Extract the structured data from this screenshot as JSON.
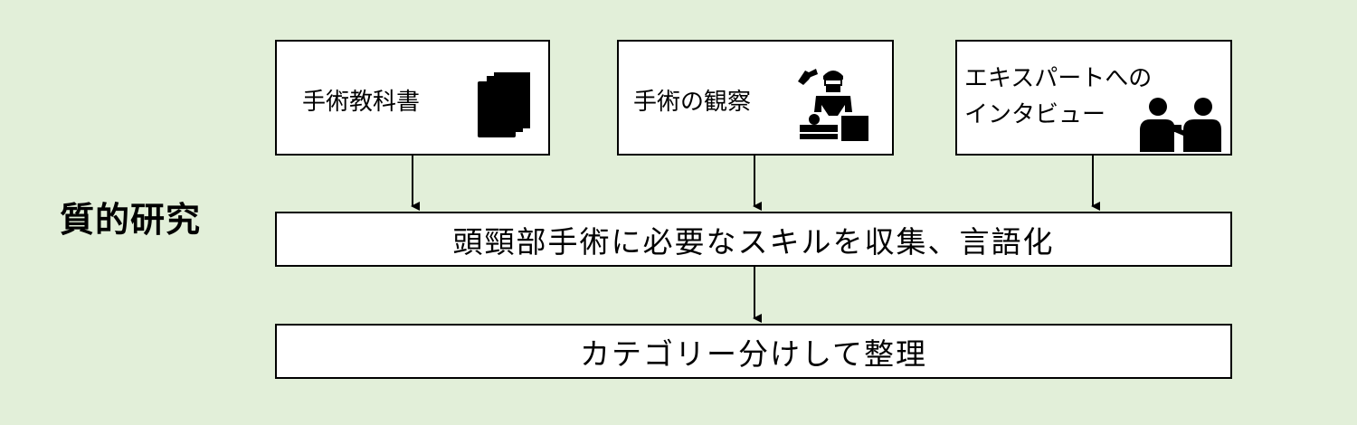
{
  "side_label": "質的研究",
  "sources": [
    {
      "name": "box-textbooks",
      "lines": [
        "手術教科書"
      ],
      "icon": "books-icon"
    },
    {
      "name": "box-observation",
      "lines": [
        "手術の観察"
      ],
      "icon": "surgeon-icon"
    },
    {
      "name": "box-interview",
      "lines": [
        "エキスパートへの",
        "インタビュー"
      ],
      "icon": "interview-icon"
    }
  ],
  "collect_box": {
    "label": "頭頸部手術に必要なスキルを収集、言語化"
  },
  "organize_box": {
    "label": "カテゴリー分けして整理"
  },
  "colors": {
    "background": "#e2efd9",
    "box": "#ffffff",
    "border": "#000000"
  }
}
